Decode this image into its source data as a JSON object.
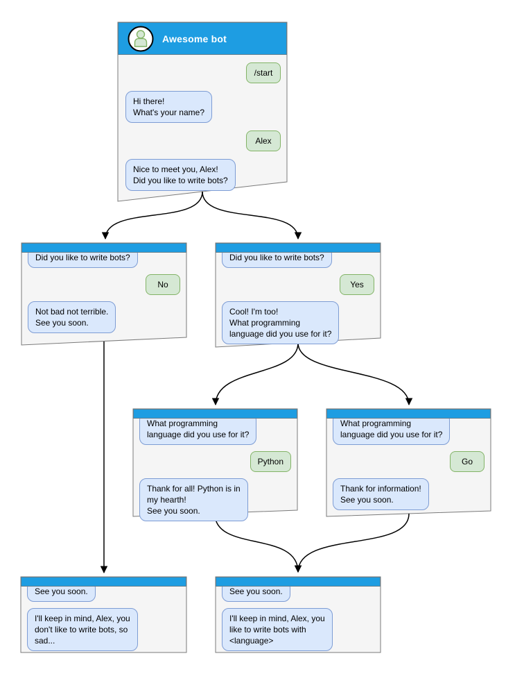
{
  "colors": {
    "header_blue": "#1e9de2",
    "window_fill": "#f5f5f5",
    "window_stroke": "#7a7a7a",
    "bot_bubble_fill": "#dae8fc",
    "bot_bubble_stroke": "#7d9cd4",
    "user_bubble_fill": "#d5e8d4",
    "user_bubble_stroke": "#82b366",
    "arrow": "#000000",
    "title_text": "#ffffff"
  },
  "main_window": {
    "title": "Awesome bot",
    "avatar_icon": "person-icon",
    "messages": [
      {
        "side": "user",
        "text": "/start"
      },
      {
        "side": "bot",
        "text": "Hi there!\nWhat's your name?"
      },
      {
        "side": "user",
        "text": "Alex"
      },
      {
        "side": "bot",
        "text": "Nice to meet you, Alex!\nDid you like to write bots?"
      }
    ]
  },
  "windows": [
    {
      "id": "no-branch",
      "messages": [
        {
          "side": "bot",
          "text": "Did you like to write bots?"
        },
        {
          "side": "user",
          "text": "No"
        },
        {
          "side": "bot",
          "text": "Not bad not terrible.\nSee you soon."
        }
      ]
    },
    {
      "id": "yes-branch",
      "messages": [
        {
          "side": "bot",
          "text": "Did you like to write bots?"
        },
        {
          "side": "user",
          "text": "Yes"
        },
        {
          "side": "bot",
          "text": "Cool! I'm too!\nWhat programming\nlanguage did you use for it?"
        }
      ]
    },
    {
      "id": "python-branch",
      "messages": [
        {
          "side": "bot",
          "text": "What programming\nlanguage did you use for it?"
        },
        {
          "side": "user",
          "text": "Python"
        },
        {
          "side": "bot",
          "text": "Thank for all! Python is in\nmy hearth!\nSee you soon."
        }
      ]
    },
    {
      "id": "go-branch",
      "messages": [
        {
          "side": "bot",
          "text": "What programming\nlanguage did you use for it?"
        },
        {
          "side": "user",
          "text": "Go"
        },
        {
          "side": "bot",
          "text": "Thank for information!\nSee you soon."
        }
      ]
    },
    {
      "id": "end-no",
      "messages": [
        {
          "side": "bot",
          "text": "See you soon."
        },
        {
          "side": "bot",
          "text": "I'll keep in mind, Alex, you\ndon't like to write bots, so\nsad..."
        }
      ]
    },
    {
      "id": "end-yes",
      "messages": [
        {
          "side": "bot",
          "text": "See you soon."
        },
        {
          "side": "bot",
          "text": "I'll keep in mind, Alex, you\nlike to write bots with\n<language>"
        }
      ]
    }
  ]
}
